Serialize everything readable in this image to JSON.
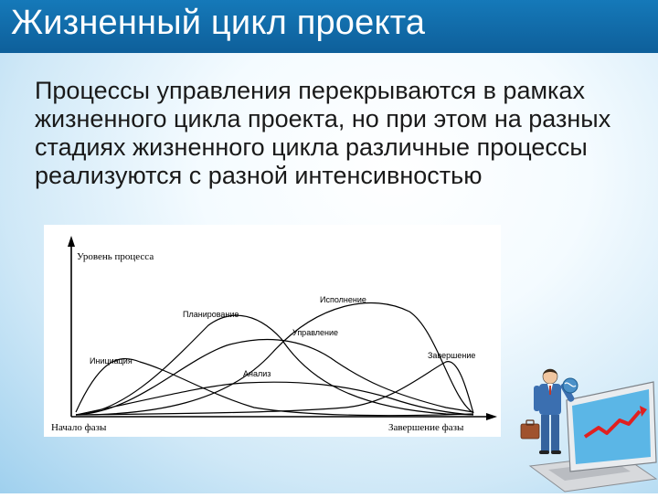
{
  "slide": {
    "title": "Жизненный цикл проекта",
    "body_text": "Процессы управления перекрываются в рамках жизненного цикла проекта, но при этом на разных стадиях жизненного цикла различные процессы реализуются с разной интенсивностью"
  },
  "diagram": {
    "y_axis_label": "Уровень процесса",
    "x_start_label": "Начало фазы",
    "x_end_label": "Завершение фазы",
    "curves": [
      {
        "name": "Инициация"
      },
      {
        "name": "Планирование"
      },
      {
        "name": "Исполнение"
      },
      {
        "name": "Управление"
      },
      {
        "name": "Анализ"
      },
      {
        "name": "Завершение"
      }
    ]
  },
  "illustration": {
    "icon": "businessman-with-laptop-and-growth-chart",
    "colors": {
      "suit": "#3b6fb0",
      "briefcase": "#a0522d",
      "arrow": "#e02020"
    }
  }
}
